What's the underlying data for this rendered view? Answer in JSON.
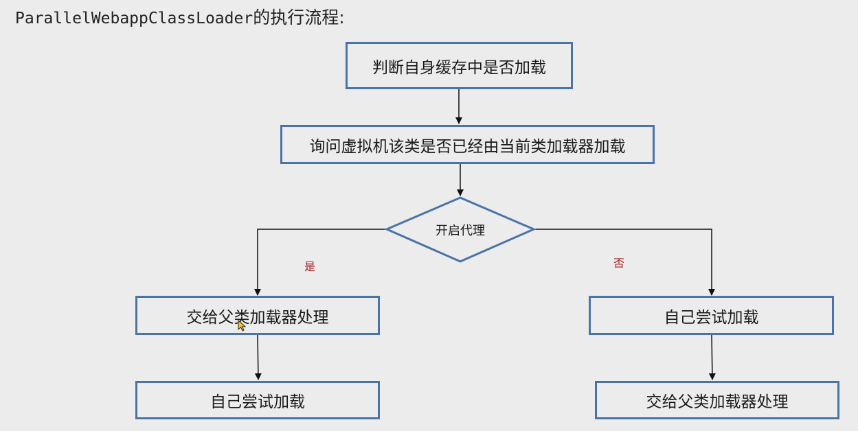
{
  "title": {
    "class_name": "ParallelWebappClassLoader",
    "suffix": "的执行流程:"
  },
  "nodes": {
    "check_cache": "判断自身缓存中是否加载",
    "ask_vm": "询问虚拟机该类是否已经由当前类加载器加载",
    "delegate_decision": "开启代理",
    "yes_parent": "交给父类加载器处理",
    "yes_self": "自己尝试加载",
    "no_self": "自己尝试加载",
    "no_parent": "交给父类加载器处理"
  },
  "edge_labels": {
    "yes": "是",
    "no": "否"
  },
  "colors": {
    "box_border": "#4a73a8",
    "edge_label": "#a01c1c",
    "background": "#ececec"
  }
}
